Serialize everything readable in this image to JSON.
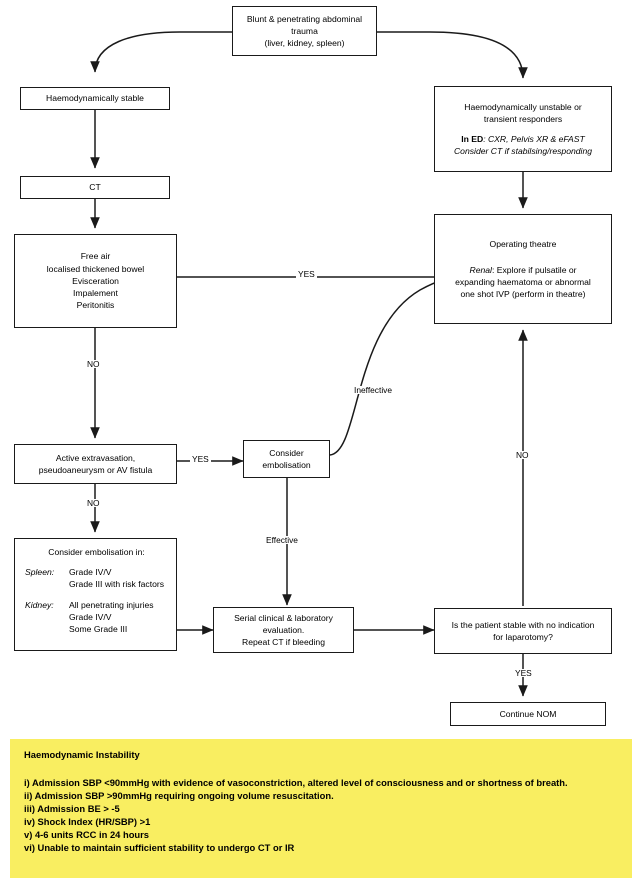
{
  "diagram": {
    "title": "Blunt & penetrating abdominal trauma algorithm",
    "nodes": {
      "trauma": {
        "line1": "Blunt & penetrating abdominal",
        "line2": "trauma",
        "line3": "(liver, kidney, spleen)"
      },
      "stable": {
        "line1": "Haemodynamically stable"
      },
      "ct": {
        "line1": "CT"
      },
      "findings": {
        "line1": "Free air",
        "line2": "localised thickened bowel",
        "line3": "Evisceration",
        "line4": "Impalement",
        "line5": "Peritonitis"
      },
      "unstable": {
        "line1": "Haemodynamically unstable or",
        "line2": "transient responders",
        "line3_label": "In ED",
        "line3_rest": ": CXR, Pelvis XR & eFAST",
        "line4": "Consider CT if stabilsing/responding"
      },
      "theatre": {
        "line1": "Operating theatre",
        "line2_label": "Renal",
        "line2_rest": ": Explore if pulsatile or",
        "line3": "expanding haematoma or abnormal",
        "line4": "one shot IVP (perform in theatre)"
      },
      "extravasation": {
        "line1": "Active extravasation,",
        "line2": "pseudoaneurysm or AV fistula"
      },
      "embolisation": {
        "line1": "Consider",
        "line2": "embolisation"
      },
      "embolisation_criteria": {
        "title": "Consider embolisation in:",
        "spleen_key": "Spleen:",
        "spleen_values": [
          "Grade IV/V",
          "Grade III with risk factors"
        ],
        "kidney_key": "Kidney:",
        "kidney_values": [
          "All penetrating injuries",
          "Grade IV/V",
          "Some Grade III"
        ]
      },
      "serial": {
        "line1": "Serial clinical & laboratory",
        "line2": "evaluation.",
        "line3": "Repeat CT if bleeding"
      },
      "question": {
        "line1": "Is the patient stable with no indication",
        "line2": "for laparotomy?"
      },
      "nom": {
        "line1": "Continue NOM"
      }
    },
    "edge_labels": {
      "yes_findings": "YES",
      "no_findings": "NO",
      "yes_extravasation": "YES",
      "no_extravasation": "NO",
      "ineffective": "Ineffective",
      "effective": "Effective",
      "no_question": "NO",
      "yes_question": "YES"
    }
  },
  "info_panel": {
    "title": "Haemodynamic Instability",
    "items": [
      "i) Admission  SBP <90mmHg with evidence of vasoconstriction, altered level of consciousness and or shortness of  breath.",
      "ii) Admission  SBP >90mmHg requiring ongoing volume resuscitation.",
      "iii) Admission BE > -5",
      "iv) Shock Index (HR/SBP) >1",
      "v) 4-6 units RCC in 24 hours",
      "vi) Unable to maintain sufficient stability to undergo CT or IR"
    ],
    "background_color": "#f9ee61"
  }
}
